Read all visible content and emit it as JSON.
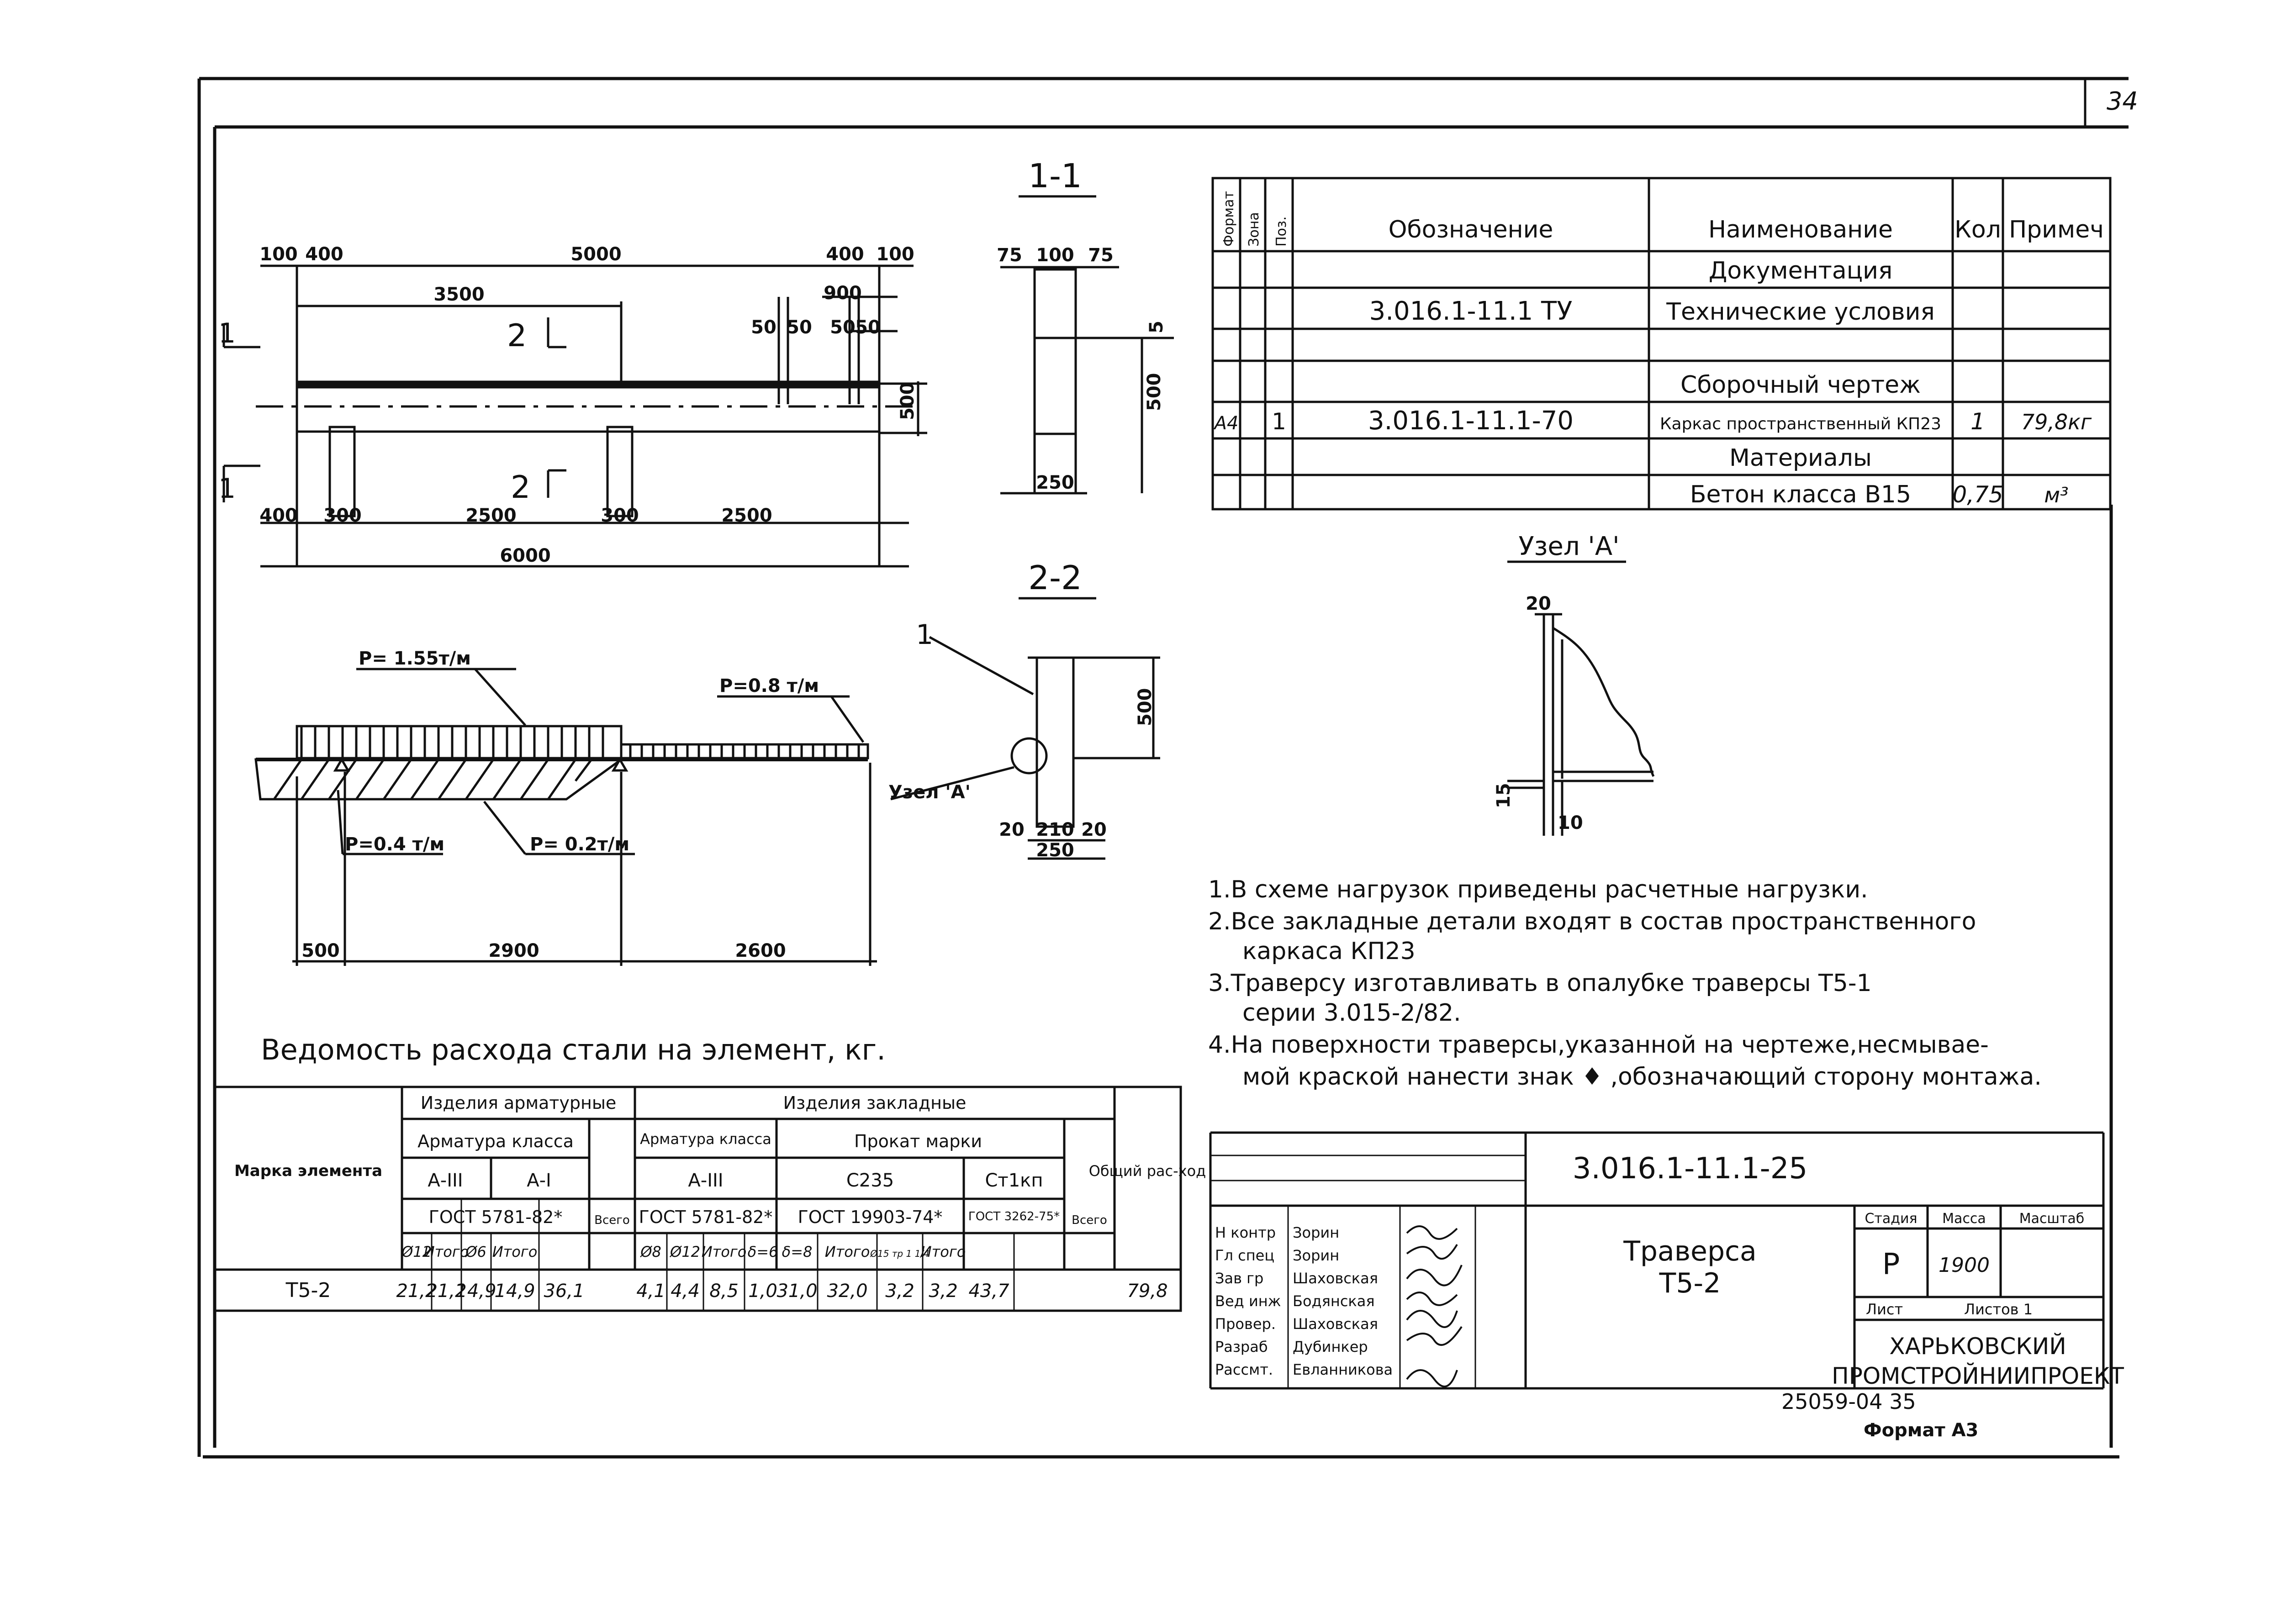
{
  "sheet_no": "34",
  "views": {
    "plan": {
      "dims_top": [
        "100",
        "400",
        "5000",
        "400",
        "100"
      ],
      "dims_inner": [
        "3500",
        "900",
        "50",
        "50",
        "50",
        "50"
      ],
      "dims_bottom": [
        "400",
        "300",
        "2500",
        "300",
        "2500"
      ],
      "total": "6000",
      "height": "500",
      "cut_1": "1",
      "cut_2": "2"
    },
    "section_1_1": {
      "title": "1-1",
      "dims_top": [
        "75",
        "100",
        "75"
      ],
      "dim_5": "5",
      "height": "500",
      "width": "250"
    },
    "section_2_2": {
      "title": "2-2",
      "callout": "1",
      "height": "500",
      "dims_bottom": [
        "20",
        "210",
        "20"
      ],
      "width": "250",
      "node_label": "Узел 'А'"
    },
    "loads": {
      "p1": "P= 1.55т/м",
      "p2": "P=0.8 т/м",
      "p3": "P=0.4 т/м",
      "p4": "P= 0.2т/м",
      "dims": [
        "500",
        "2900",
        "2600"
      ]
    },
    "node_a": {
      "title": "Узел 'А'",
      "d20": "20",
      "d15": "15",
      "d10": "10"
    }
  },
  "spec_table": {
    "headers": {
      "format": "Формат",
      "zone": "Зона",
      "pos": "Поз.",
      "designation": "Обозначение",
      "name": "Наименование",
      "qty": "Кол",
      "note": "Примеч"
    },
    "rows": [
      {
        "format": "",
        "pos": "",
        "designation": "",
        "name": "Документация",
        "qty": "",
        "note": ""
      },
      {
        "format": "",
        "pos": "",
        "designation": "3.016.1-11.1 ТУ",
        "name": "Технические условия",
        "qty": "",
        "note": ""
      },
      {
        "format": "",
        "pos": "",
        "designation": "",
        "name": "",
        "qty": "",
        "note": ""
      },
      {
        "format": "",
        "pos": "",
        "designation": "",
        "name": "Сборочный чертеж",
        "qty": "",
        "note": ""
      },
      {
        "format": "А4",
        "pos": "1",
        "designation": "3.016.1-11.1-70",
        "name": "Каркас пространственный КП23",
        "qty": "1",
        "note": "79,8кг"
      },
      {
        "format": "",
        "pos": "",
        "designation": "",
        "name": "Материалы",
        "qty": "",
        "note": ""
      },
      {
        "format": "",
        "pos": "",
        "designation": "",
        "name": "Бетон класса В15",
        "qty": "0,75",
        "note": "м³"
      }
    ]
  },
  "notes": [
    "1.В схеме нагрузок приведены расчетные нагрузки.",
    "2.Все закладные детали входят в состав пространственного",
    "каркаса КП23",
    "3.Траверсу изготавливать в опалубке траверсы Т5-1",
    "серии 3.015-2/82.",
    "4.На поверхности траверсы,указанной на чертеже,несмывае-",
    "мой краской нанести знак ♦ ,обозначающий сторону монтажа."
  ],
  "steel_table": {
    "title": "Ведомость расхода стали на элемент, кг.",
    "h_mark": "Марка элемента",
    "h_arm": "Изделия арматурные",
    "h_emb": "Изделия закладные",
    "h_arm_class": "Арматура класса",
    "h_arm_class2": "Арматура класса",
    "h_prokat": "Прокат марки",
    "h_total_use": "Общий рас-ход",
    "h_a3": "А-III",
    "h_a1": "А-I",
    "h_a3b": "А-III",
    "h_c235": "С235",
    "h_st": "Ст1кп",
    "h_gost1": "ГОСТ 5781-82*",
    "h_gost2": "ГОСТ 5781-82*",
    "h_gost3": "ГОСТ 19903-74*",
    "h_gost4": "ГОСТ 3262-75*",
    "h_all1": "Всего",
    "h_all2": "Всего",
    "sub": [
      "Ø12",
      "Итого",
      "Ø6",
      "Итого",
      "Ø8",
      "Ø12",
      "Итого",
      "δ=6",
      "δ=8",
      "Итого",
      "Ø15 тр 1 1/4",
      "Итого"
    ],
    "row": {
      "mark": "Т5-2",
      "values": [
        "21,2",
        "21,2",
        "14,9",
        "14,9",
        "36,1",
        "4,1",
        "4,4",
        "8,5",
        "1,0",
        "31,0",
        "32,0",
        "3,2",
        "3,2",
        "43,7",
        "79,8"
      ]
    }
  },
  "title_block": {
    "code": "3.016.1-11.1-25",
    "name1": "Траверса",
    "name2": "Т5-2",
    "stage_h": "Стадия",
    "mass_h": "Масса",
    "scale_h": "Масштаб",
    "stage": "Р",
    "mass": "1900",
    "sheet": "Лист",
    "sheets": "Листов 1",
    "org1": "ХАРЬКОВСКИЙ",
    "org2": "ПРОМСТРОЙНИИПРОЕКТ",
    "roles": [
      {
        "role": "Н контр",
        "name": "Зорин"
      },
      {
        "role": "Гл спец",
        "name": "Зорин"
      },
      {
        "role": "Зав гр",
        "name": "Шаховская"
      },
      {
        "role": "Вед инж",
        "name": "Бодянская"
      },
      {
        "role": "Провер.",
        "name": "Шаховская"
      },
      {
        "role": "Разраб",
        "name": "Дубинкер"
      },
      {
        "role": "Рассмт.",
        "name": "Евланникова"
      }
    ]
  },
  "bottom": {
    "inv": "25059-04 35",
    "format": "Формат А3"
  }
}
